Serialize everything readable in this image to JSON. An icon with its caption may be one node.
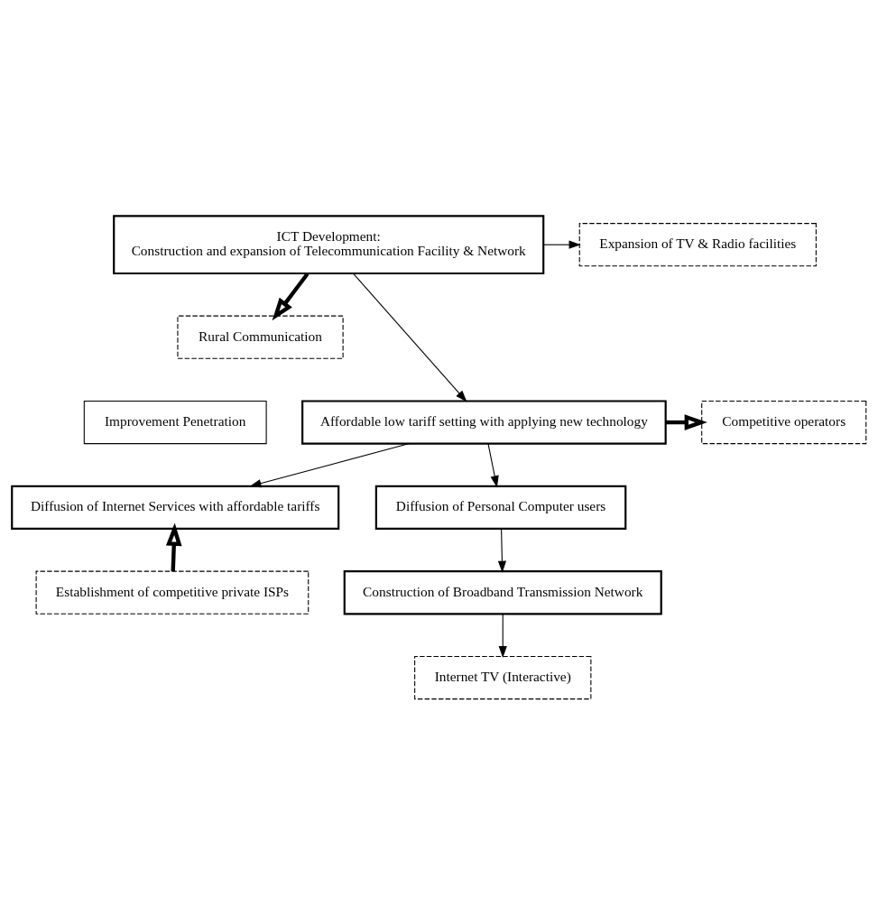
{
  "diagram": {
    "nodes": [
      {
        "text": [
          "ICT Development:",
          "Construction and expansion of Telecommunication Facility & Network"
        ]
      },
      {
        "text": [
          "Expansion of TV & Radio facilities"
        ]
      },
      {
        "text": [
          "Rural Communication"
        ]
      },
      {
        "text": [
          "Affordable low tariff setting with applying new technology"
        ]
      },
      {
        "text": [
          "Competitive operators"
        ]
      },
      {
        "text": [
          "Improvement Penetration"
        ]
      },
      {
        "text": [
          "Diffusion of Personal Computer users"
        ]
      },
      {
        "text": [
          "Diffusion of Internet Services with affordable tariffs"
        ]
      },
      {
        "text": [
          "Construction of Broadband Transmission Network"
        ]
      },
      {
        "text": [
          "Establishment of competitive private ISPs"
        ]
      },
      {
        "text": [
          "Internet TV (Interactive)"
        ]
      }
    ],
    "edges": [
      {
        "from": 0,
        "to": 1,
        "arrow": "to"
      },
      {
        "from": 0,
        "to": 2,
        "arrow": "to",
        "style": "thick"
      },
      {
        "from": 0,
        "to": 3,
        "arrow": "to"
      },
      {
        "from": 3,
        "to": 4,
        "arrow": "to",
        "style": "thick"
      },
      {
        "from": 3,
        "to": 6,
        "arrow": "to"
      },
      {
        "from": 3,
        "to": 7,
        "arrow": "to"
      },
      {
        "from": 6,
        "to": 8,
        "arrow": "to"
      },
      {
        "from": 9,
        "to": 7,
        "arrow": "to",
        "style": "thick"
      },
      {
        "from": 8,
        "to": 10,
        "arrow": "to"
      }
    ]
  }
}
